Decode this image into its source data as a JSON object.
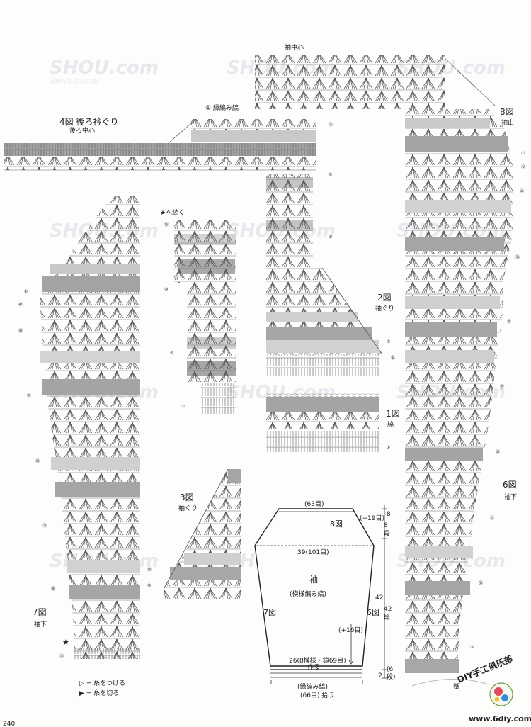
{
  "labels": {
    "sleeve_center": "袖中心",
    "fig4_title": "4図 後ろ衿ぐり",
    "back_center": "後ろ中心",
    "edge_stripe": "① 縁編み縞",
    "fig8_title": "8図",
    "fig8_sub": "袖山",
    "fig2_title": "2図",
    "fig2_sub": "袖ぐり",
    "fig1_title": "1図",
    "fig1_sub": "脇",
    "fig3_title": "3図",
    "fig3_sub": "袖ぐり",
    "fig6_title": "6図",
    "fig6_sub": "袖下",
    "fig7_title": "7図",
    "fig7_sub": "袖下",
    "continue_star": "★へ続く",
    "star": "★",
    "legend_attach": "▷ = 糸をつける",
    "legend_cut": "▶ = 糸を切る",
    "page_number": "240"
  },
  "schematic": {
    "top_count": "(63目)",
    "fig8": "8図",
    "width_mid": "39(101目)",
    "title": "袖",
    "pattern": "(模様編み縞)",
    "fig7": "7図",
    "fig6": "6図",
    "increase": "(+16目)",
    "bottom_count": "26(8模様・鎖69目)",
    "bottom_make": "作る",
    "edging": "(縁編み縞)",
    "edge_count": "(66目) 拾う",
    "dec": "(−19目)",
    "dim_8a": "8",
    "dim_8b": "8",
    "dim_8c": "段",
    "dim_42a": "42",
    "dim_42b": "42",
    "dim_42c": "段",
    "dim_2": "2",
    "dim_6a": "(6",
    "dim_6b": "段)"
  },
  "row_markers": [
    "⑮",
    "⑩",
    "⑤",
    "①",
    "㊷",
    "㊵",
    "㉟",
    "㉚",
    "㉕",
    "⑳"
  ],
  "watermark": {
    "brand": "SHOU.com",
    "site": "WWW.SHOU.COM"
  },
  "logo": {
    "text": "DIY手工俱乐部",
    "url": "www.6diy.com",
    "footer_brand": "蟹"
  }
}
